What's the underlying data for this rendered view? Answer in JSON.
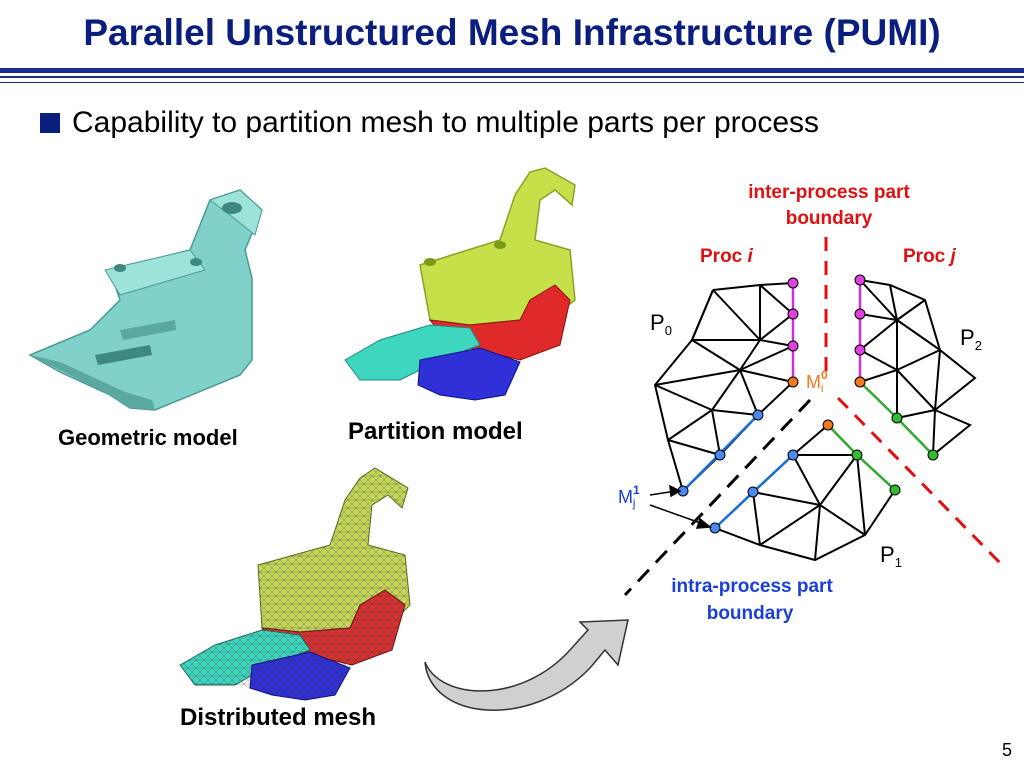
{
  "slide": {
    "title": "Parallel Unstructured Mesh Infrastructure (PUMI)",
    "bullet": "Capability to partition mesh to multiple parts per process",
    "page_number": "5"
  },
  "captions": {
    "geometric": "Geometric model",
    "partition": "Partition model",
    "distributed": "Distributed mesh"
  },
  "diagram": {
    "inter_label_1": "inter-process part",
    "inter_label_2": "boundary",
    "proc_i": "Proc",
    "proc_i_var": "i",
    "proc_j": "Proc",
    "proc_j_var": "j",
    "p0": "P",
    "p0_sub": "0",
    "p1": "P",
    "p1_sub": "1",
    "p2": "P",
    "p2_sub": "2",
    "mi_base": "M",
    "mi_sup": "0",
    "mi_sub": "i",
    "mj_base": "M",
    "mj_sup": "1",
    "mj_sub": "j",
    "intra_label_1": "intra-process part",
    "intra_label_2": "boundary"
  },
  "colors": {
    "title": "#0a1e7e",
    "inter_boundary": "#e01010",
    "intra_boundary": "#1a3fd6",
    "proc_i_edge": "#cc33cc",
    "proc_j_edge": "#33aa33",
    "vertex_orange": "#f07a20"
  }
}
